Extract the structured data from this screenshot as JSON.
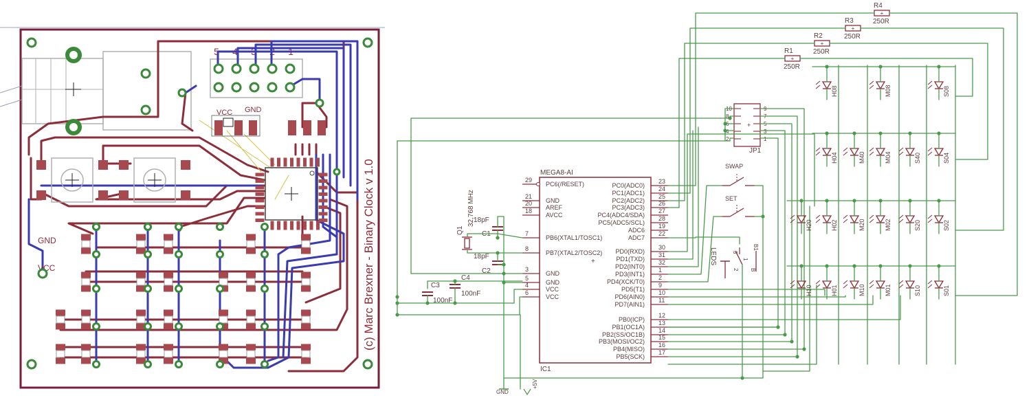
{
  "pcb": {
    "credit": "(c) Marc Brexner - Binary Clock v 1.0",
    "header_pins": [
      "5",
      "4",
      "3",
      "2",
      "1"
    ],
    "vcc_top": "VCC",
    "gnd_top": "GND",
    "gnd_left": "GND",
    "vcc_left": "VCC"
  },
  "schematic": {
    "ic": {
      "title": "MEGA8-AI",
      "ref": "IC1",
      "left_pins": [
        {
          "num": "29",
          "name": "PC6(/RESET)"
        },
        {
          "num": "21",
          "name": "GND"
        },
        {
          "num": "20",
          "name": "AREF"
        },
        {
          "num": "18",
          "name": "AVCC"
        },
        {
          "num": "7",
          "name": "PB6(XTAL1/TOSC1)"
        },
        {
          "num": "8",
          "name": "PB7(XTAL2/TOSC2)"
        },
        {
          "num": "3",
          "name": "GND"
        },
        {
          "num": "5",
          "name": "GND"
        },
        {
          "num": "4",
          "name": "VCC"
        },
        {
          "num": "6",
          "name": "VCC"
        }
      ],
      "right_pins": [
        {
          "num": "23",
          "name": "PC0(ADC0)"
        },
        {
          "num": "24",
          "name": "PC1(ADC1)"
        },
        {
          "num": "25",
          "name": "PC2(ADC2)"
        },
        {
          "num": "26",
          "name": "PC3(ADC3)"
        },
        {
          "num": "27",
          "name": "PC4(ADC4/SDA)"
        },
        {
          "num": "28",
          "name": "PC5(ADC5/SCL)"
        },
        {
          "num": "19",
          "name": "ADC6"
        },
        {
          "num": "22",
          "name": "ADC7"
        },
        {
          "num": "30",
          "name": "PD0(RXD)"
        },
        {
          "num": "31",
          "name": "PD1(TXD)"
        },
        {
          "num": "32",
          "name": "PD2(INT0)"
        },
        {
          "num": "1",
          "name": "PD3(INT1)"
        },
        {
          "num": "2",
          "name": "PD4(XCK/T0)"
        },
        {
          "num": "9",
          "name": "PD5(T1)"
        },
        {
          "num": "10",
          "name": "PD6(AIN0)"
        },
        {
          "num": "11",
          "name": "PD7(AIN1)"
        },
        {
          "num": "12",
          "name": "PB0(ICP)"
        },
        {
          "num": "13",
          "name": "PB1(OC1A)"
        },
        {
          "num": "14",
          "name": "PB2(SS/OC1B)"
        },
        {
          "num": "15",
          "name": "PB3(MOSI/OC2)"
        },
        {
          "num": "16",
          "name": "PB4(MISO)"
        },
        {
          "num": "17",
          "name": "PB5(SCK)"
        }
      ]
    },
    "resistors": [
      {
        "ref": "R4",
        "value": "250R"
      },
      {
        "ref": "R3",
        "value": "250R"
      },
      {
        "ref": "R2",
        "value": "250R"
      },
      {
        "ref": "R1",
        "value": "250R"
      }
    ],
    "crystal": {
      "ref": "Q1",
      "value": "32,768 MHz"
    },
    "capacitors": [
      {
        "ref": "C1",
        "value": "18pF"
      },
      {
        "ref": "C2",
        "value": "18pF"
      },
      {
        "ref": "C3",
        "value": "100nF"
      },
      {
        "ref": "C4",
        "value": "100nF"
      }
    ],
    "jumper": {
      "ref": "JP1",
      "left_pins": [
        "10",
        "8",
        "6",
        "4",
        "2"
      ],
      "right_pins": [
        "9",
        "7",
        "5",
        "3",
        "1"
      ]
    },
    "switches": {
      "swap": "SWAP",
      "set": "SET"
    },
    "leds_switch": {
      "label": "LEDS",
      "pins": [
        "3",
        "1",
        "2",
        "B",
        "B1"
      ]
    },
    "power": {
      "gnd": "GND",
      "vcc": "+5V"
    },
    "led_rows": [
      [
        "H08",
        "M08",
        "S08"
      ],
      [
        "H04",
        "M40",
        "M04",
        "S40",
        "S04"
      ],
      [
        "H20",
        "H02",
        "M20",
        "M02",
        "S20",
        "S02"
      ],
      [
        "H10",
        "H01",
        "M10",
        "M01",
        "S10",
        "S01"
      ]
    ]
  }
}
